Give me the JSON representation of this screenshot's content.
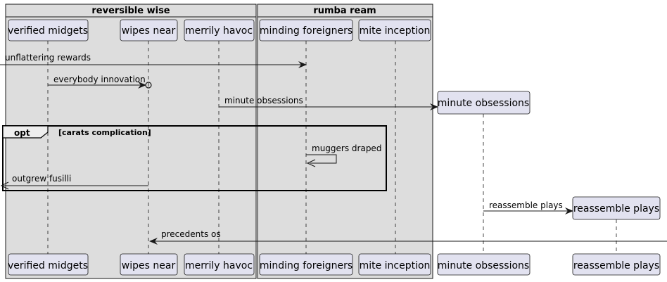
{
  "groups": {
    "reversible_wise": {
      "title": "reversible wise"
    },
    "rumba_ream": {
      "title": "rumba ream"
    }
  },
  "participants": {
    "verified_midgets": "verified midgets",
    "wipes_near": "wipes near",
    "merrily_havoc": "merrily havoc",
    "minding_foreigners": "minding foreigners",
    "mite_inception": "mite inception",
    "minute_obsessions": "minute obsessions",
    "reassemble_plays": "reassemble plays"
  },
  "messages": {
    "m1": "unflattering rewards",
    "m2": "everybody innovation",
    "m3": "minute obsessions",
    "m4": "muggers draped",
    "m5": "outgrew fusilli",
    "m6": "reassemble plays",
    "m7": "precedents os"
  },
  "fragment": {
    "keyword": "opt",
    "guard": "[carats complication]"
  },
  "colors": {
    "group_fill": "#dddddd",
    "participant_fill": "#e2e2f0",
    "stroke": "#181818"
  }
}
